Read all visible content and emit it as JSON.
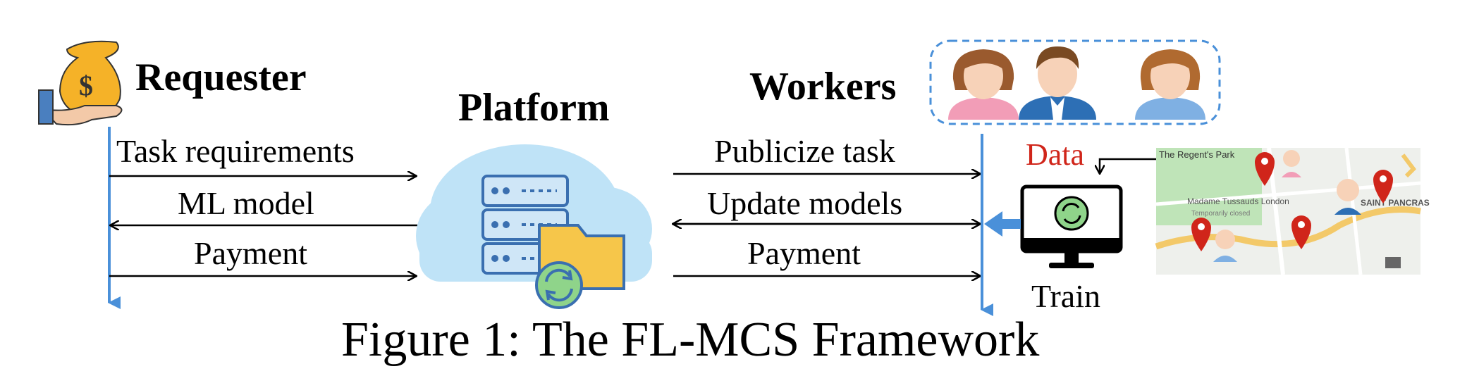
{
  "requester": {
    "title": "Requester",
    "icon": "money-bag-hand-icon"
  },
  "platform": {
    "title": "Platform",
    "icon": "cloud-server-folder-icon"
  },
  "workers": {
    "title": "Workers",
    "icon": "worker-avatars-icon"
  },
  "left_messages": {
    "task_requirements": "Task requirements",
    "ml_model": "ML model",
    "payment": "Payment"
  },
  "right_messages": {
    "publicize_task": "Publicize task",
    "update_models": "Update models",
    "payment": "Payment"
  },
  "local": {
    "data_label": "Data",
    "train_label": "Train",
    "computer_icon": "computer-sync-icon"
  },
  "map": {
    "icon": "city-map-icon",
    "labels": [
      "The Regent's Park",
      "Madame Tussauds London",
      "Temporarily closed",
      "SAINT PANCRAS"
    ]
  },
  "caption": "Figure 1: The FL-MCS Framework",
  "colors": {
    "line": "#4a90d9",
    "data": "#d0251a",
    "cloud": "#bfe3f7",
    "folder": "#f6c64a"
  }
}
